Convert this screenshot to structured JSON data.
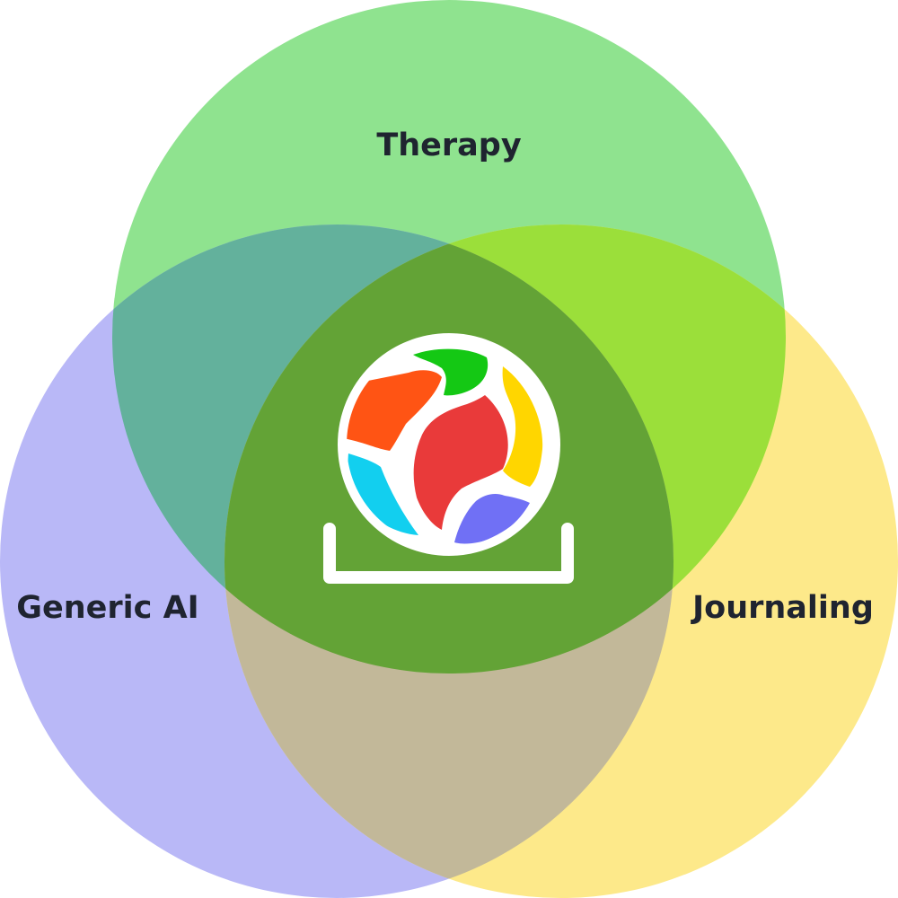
{
  "diagram": {
    "type": "venn",
    "sets": [
      {
        "id": "therapy",
        "label": "Therapy",
        "color": "#8fe38f"
      },
      {
        "id": "generic-ai",
        "label": "Generic AI",
        "color": "#b9b8f7"
      },
      {
        "id": "journaling",
        "label": "Journaling",
        "color": "#fde98a"
      }
    ],
    "intersection_colors": {
      "therapy_generic_ai": "#63b19c",
      "therapy_journaling": "#9bdf3a",
      "generic_ai_journaling": "#c2b899",
      "all_three": "#63a336"
    },
    "center_logo": {
      "name": "multicolor-globe-logo",
      "ring_color": "#ffffff",
      "segment_colors": [
        "#ff5414",
        "#14c814",
        "#ffd600",
        "#e93a3a",
        "#12cfef",
        "#7070f5"
      ]
    }
  }
}
